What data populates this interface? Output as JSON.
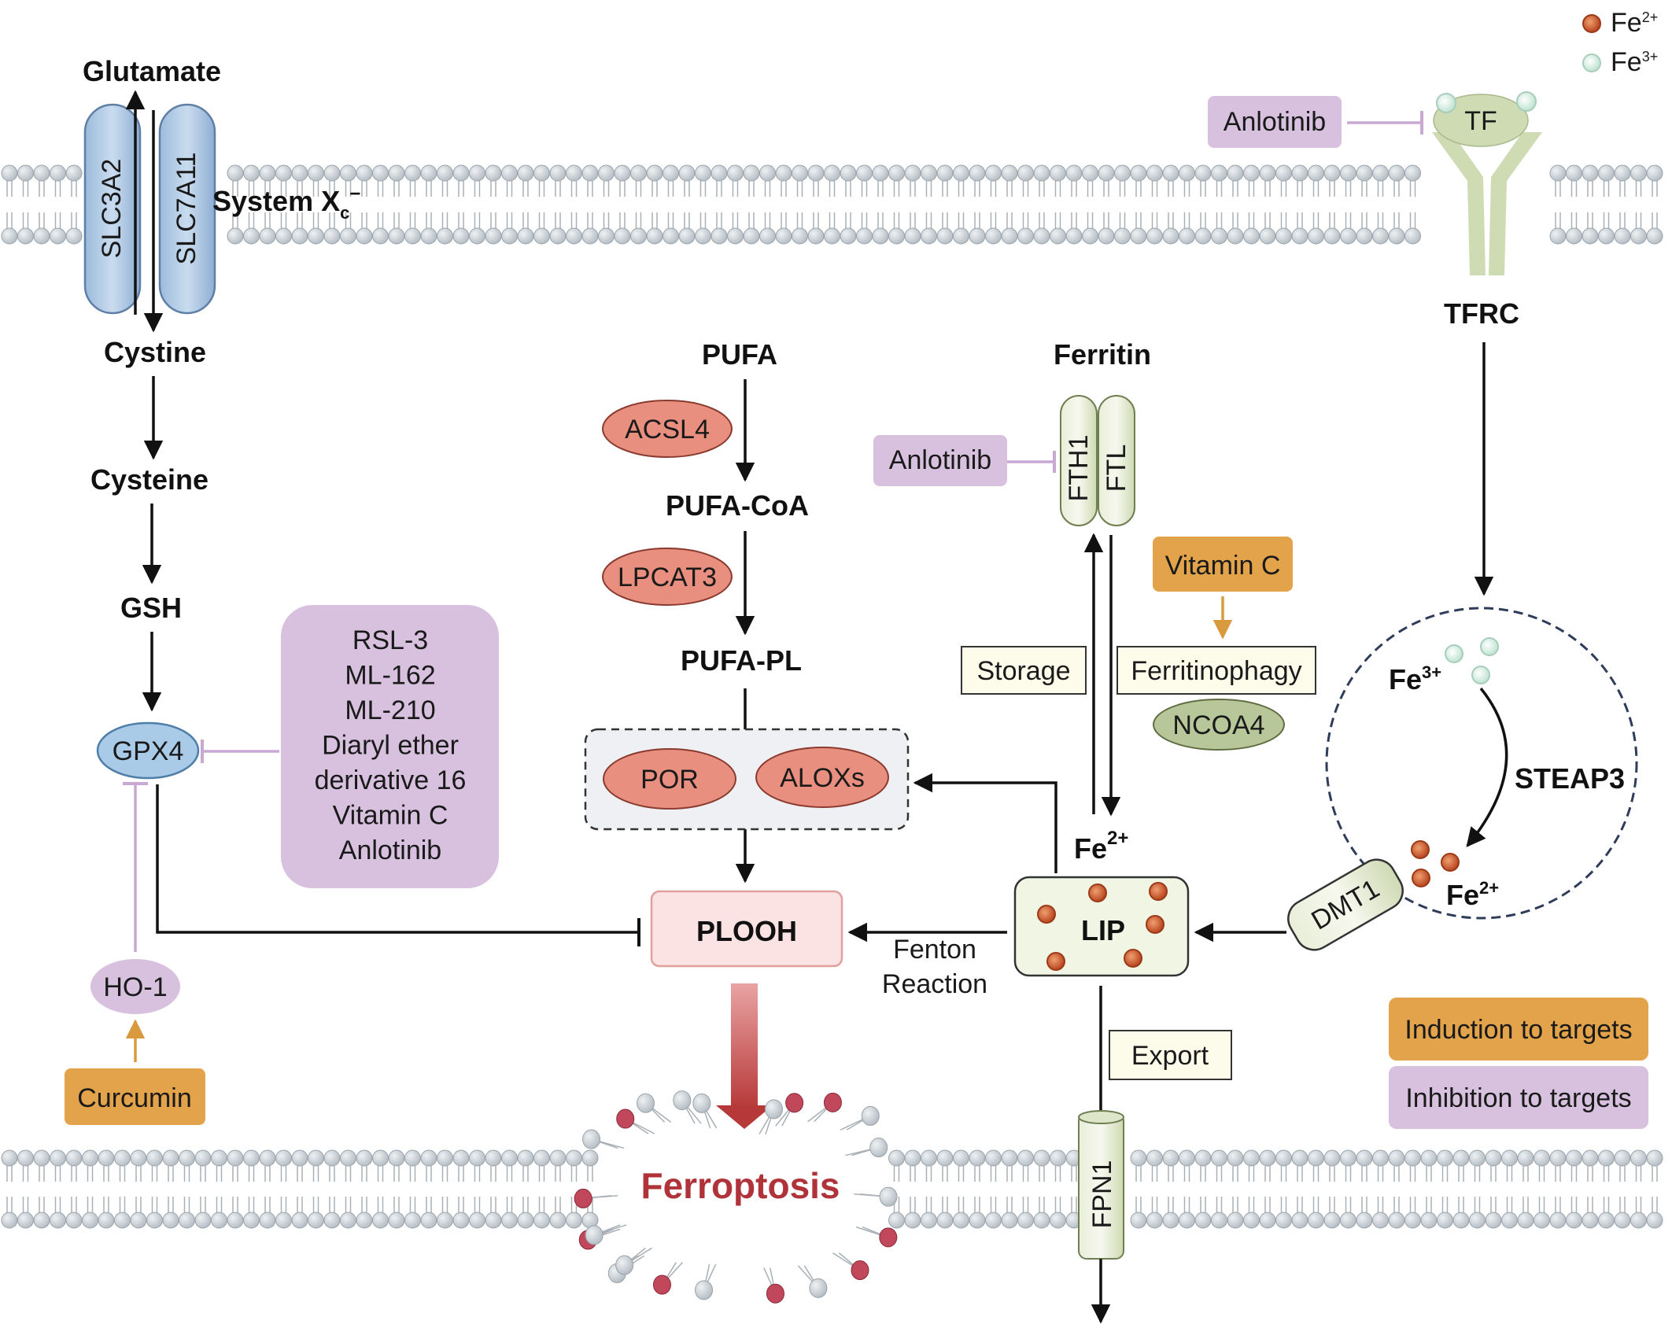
{
  "legend": {
    "fe2": "Fe",
    "fe2_sup": "2+",
    "fe3": "Fe",
    "fe3_sup": "3+"
  },
  "system_xc": {
    "glutamate": "Glutamate",
    "slc3a2": "SLC3A2",
    "slc7a11": "SLC7A11",
    "label": "System X",
    "label_sub": "c",
    "label_sup": "−",
    "cystine": "Cystine",
    "cysteine": "Cysteine",
    "gsh": "GSH",
    "gpx4": "GPX4"
  },
  "gpx4_inhibitors": [
    "RSL-3",
    "ML-162",
    "ML-210",
    "Diaryl ether",
    "derivative 16",
    "Vitamin C",
    "Anlotinib"
  ],
  "ho1": "HO-1",
  "curcumin": "Curcumin",
  "lipid": {
    "pufa": "PUFA",
    "acsl4": "ACSL4",
    "pufa_coa": "PUFA-CoA",
    "lpcat3": "LPCAT3",
    "pufa_pl": "PUFA-PL",
    "por": "POR",
    "aloxs": "ALOXs",
    "plooh": "PLOOH"
  },
  "ferroptosis": "Ferroptosis",
  "fenton": [
    "Fenton",
    "Reaction"
  ],
  "ferritin": {
    "title": "Ferritin",
    "fth1": "FTH1",
    "ftl": "FTL",
    "anlotinib": "Anlotinib",
    "storage": "Storage",
    "ferritinophagy": "Ferritinophagy",
    "vitamin_c": "Vitamin C",
    "ncoa4": "NCOA4"
  },
  "iron": {
    "fe2_label": "Fe",
    "fe2_sup": "2+",
    "lip": "LIP",
    "export": "Export",
    "fpn1": "FPN1",
    "tf": "TF",
    "tf_anlotinib": "Anlotinib",
    "tfrc": "TFRC",
    "endo_fe3": "Fe",
    "endo_fe3_sup": "3+",
    "endo_fe2": "Fe",
    "endo_fe2_sup": "2+",
    "steap3": "STEAP3",
    "dmt1": "DMT1"
  },
  "key": {
    "induction": "Induction to targets",
    "inhibition": "Inhibition to targets"
  },
  "colors": {
    "purple_box": "#d7c1df",
    "orange_box": "#e2a34a",
    "red_ellipse": "#e88f80",
    "green_tf": "#cfdcb3",
    "membrane_head": "#c9cfd3",
    "ferroptosis_red": "#b0333a"
  }
}
